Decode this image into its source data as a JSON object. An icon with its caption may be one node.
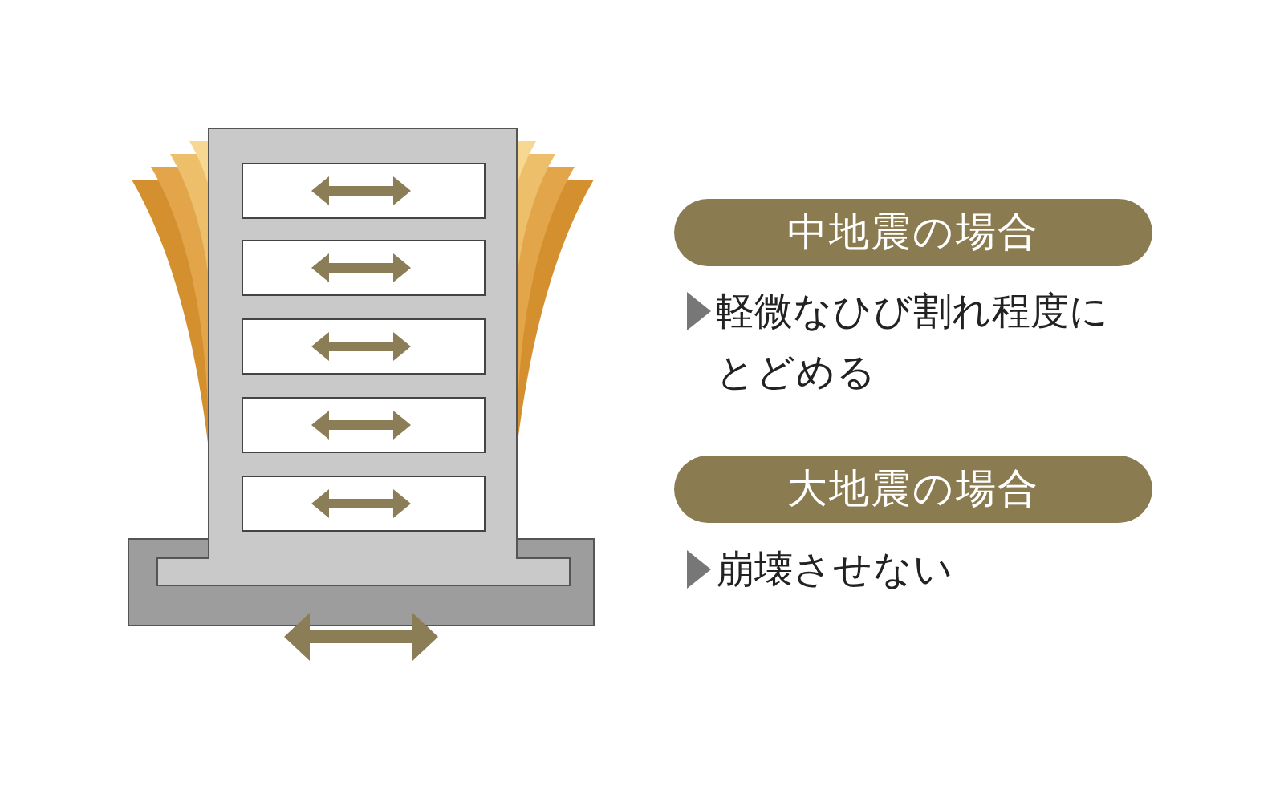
{
  "diagram": {
    "nodes": [
      {
        "text": [
          "中地震の場合"
        ]
      },
      {
        "text": [
          "大地震の場合"
        ]
      }
    ],
    "labels": [
      "軽微なひび割れ程度にとどめる",
      "崩壊させない"
    ]
  }
}
